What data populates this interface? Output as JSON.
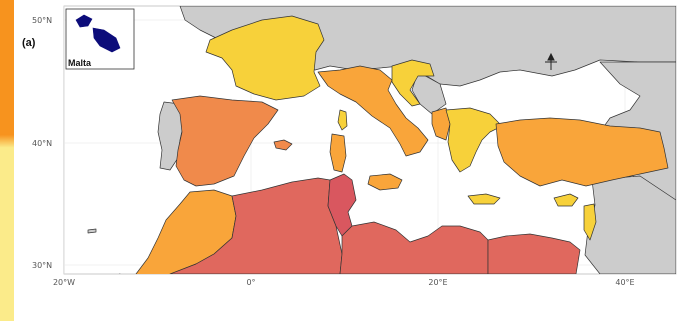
{
  "panel_label": "(a)",
  "inset": {
    "label": "Malta"
  },
  "axes": {
    "y_ticks": [
      "50°N",
      "40°N",
      "30°N"
    ],
    "x_ticks": [
      "20°W",
      "0°",
      "20°E",
      "40°E"
    ]
  },
  "colors": {
    "background_land": "#cccccc",
    "sea": "#ffffff",
    "yellow": "#f7d13a",
    "light_orange": "#f9a53a",
    "orange": "#f08a4b",
    "red_orange": "#e0685e",
    "red": "#d9575f",
    "malta_inset": "#0c0c7a",
    "legend_top": "#f7931e",
    "legend_bottom": "#fbeb8a"
  }
}
